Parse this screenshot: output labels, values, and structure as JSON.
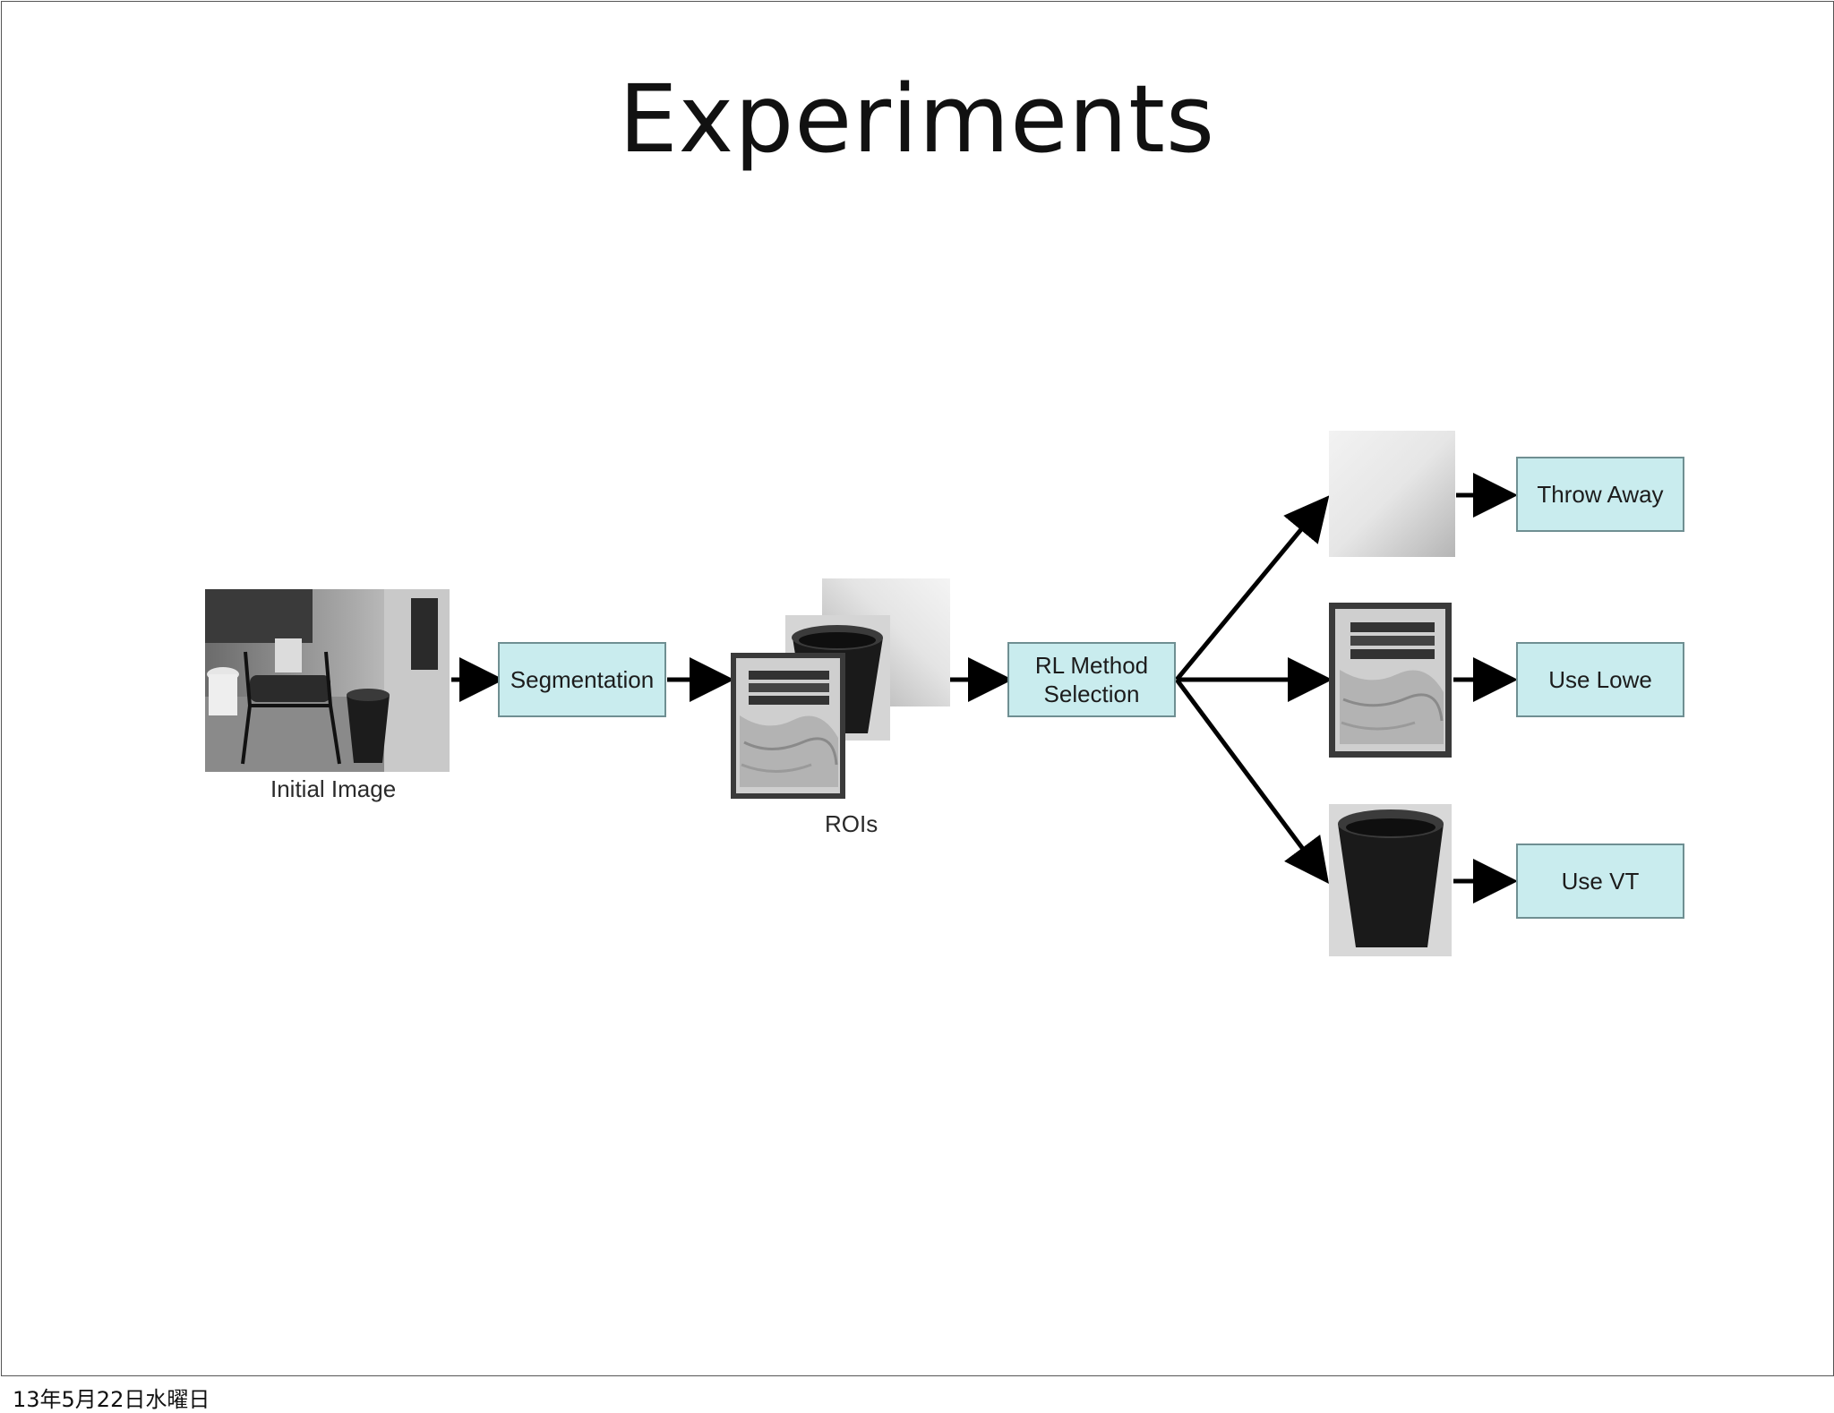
{
  "slide": {
    "title": "Experiments",
    "footer_date": "13年5月22日水曜日"
  },
  "diagram": {
    "initial_image_label": "Initial Image",
    "rois_label": "ROIs",
    "boxes": {
      "segmentation": "Segmentation",
      "rl_method_selection": "RL Method\nSelection",
      "throw_away": "Throw Away",
      "use_lowe": "Use Lowe",
      "use_vt": "Use VT"
    }
  },
  "colors": {
    "box_fill": "#c9ecee",
    "box_border": "#6f8f92",
    "arrow": "#000000"
  }
}
